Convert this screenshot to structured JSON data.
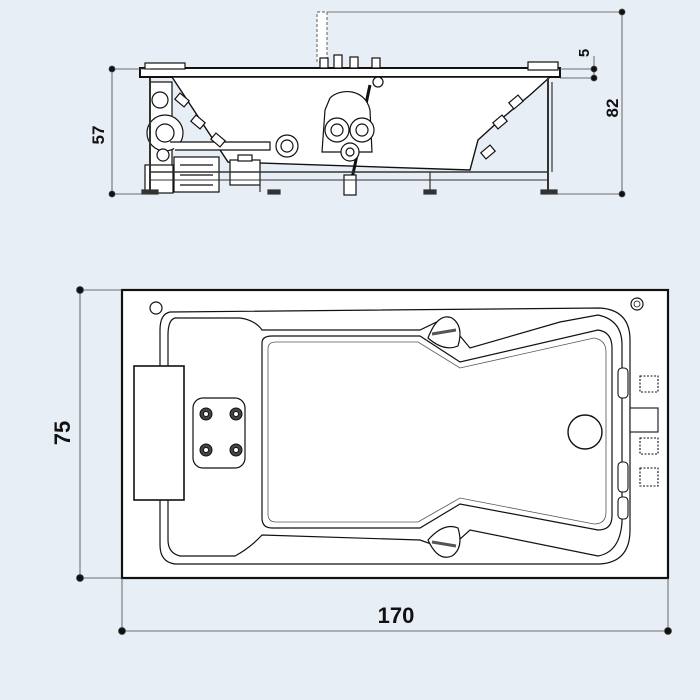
{
  "dimensions": {
    "side_total_height": "82",
    "side_body_height": "57",
    "side_rim": "5",
    "top_width": "75",
    "top_length": "170"
  },
  "colors": {
    "background": "#e8eef6",
    "line": "#111111",
    "dimension_line": "#444444",
    "tub_fill": "#ffffff",
    "frame": "#333333"
  }
}
